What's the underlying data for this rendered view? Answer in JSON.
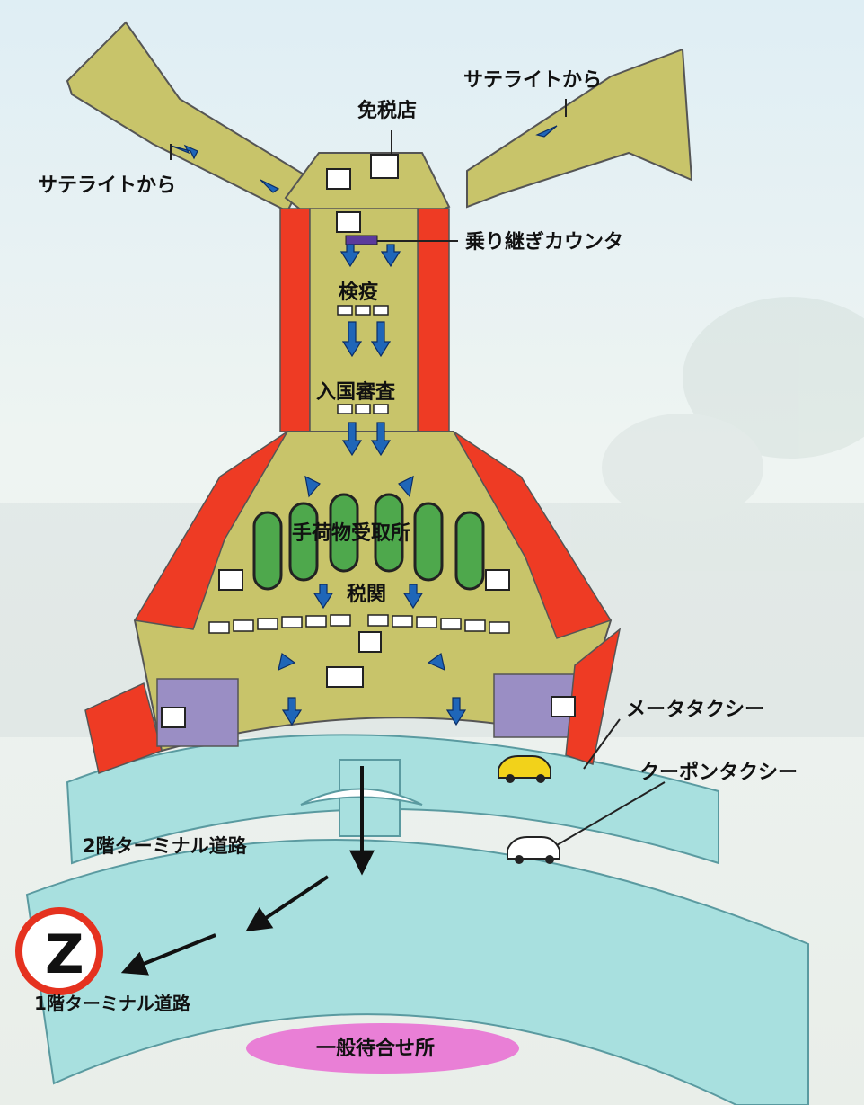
{
  "labels": {
    "satellite_left": "サテライトから",
    "satellite_right": "サテライトから",
    "duty_free": "免税店",
    "transfer_counter": "乗り継ぎカウンタ",
    "quarantine": "検疫",
    "immigration": "入国審査",
    "baggage_claim": "手荷物受取所",
    "customs": "税関",
    "meter_taxi": "メータタクシー",
    "coupon_taxi": "クーポンタクシー",
    "terminal_road_2f": "2階ターミナル道路",
    "terminal_road_1f": "1階ターミナル道路",
    "general_waiting_area": "一般待合せ所",
    "marker": "Z"
  },
  "colors": {
    "floor": "#c8c46a",
    "restricted": "#ee3b24",
    "room": "#9a8ec4",
    "road": "#a8e0df",
    "carousel": "#4ea84c",
    "arrow_blue": "#1f66b8",
    "waiting_area": "#e97fd6",
    "marker_ring": "#e5321f",
    "taxi_yellow": "#f2d21a"
  }
}
